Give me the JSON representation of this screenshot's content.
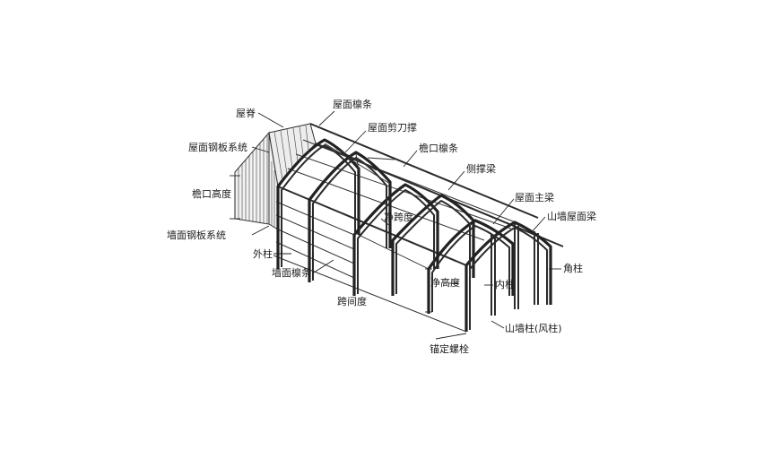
{
  "diagram": {
    "labels": {
      "roof_ridge": "屋脊",
      "roof_purlin": "屋面檩条",
      "roof_sheeting": "屋面钢板系统",
      "roof_bracing": "屋面剪刀撑",
      "eave_purlin": "檐口檩条",
      "side_brace_beam": "侧撑梁",
      "eave_height": "檐口高度",
      "roof_main_beam": "屋面主梁",
      "gable_roof_beam": "山墙屋面梁",
      "wall_sheeting": "墙面钢板系统",
      "clear_span": "净跨度",
      "outer_column": "外柱",
      "wall_purlin": "墙面檩条",
      "corner_column": "角柱",
      "clear_height": "净高度",
      "inner_column": "内柱",
      "span": "跨间度",
      "gable_column": "山墙柱(风柱)",
      "anchor_bolt": "锚定螺栓"
    }
  }
}
